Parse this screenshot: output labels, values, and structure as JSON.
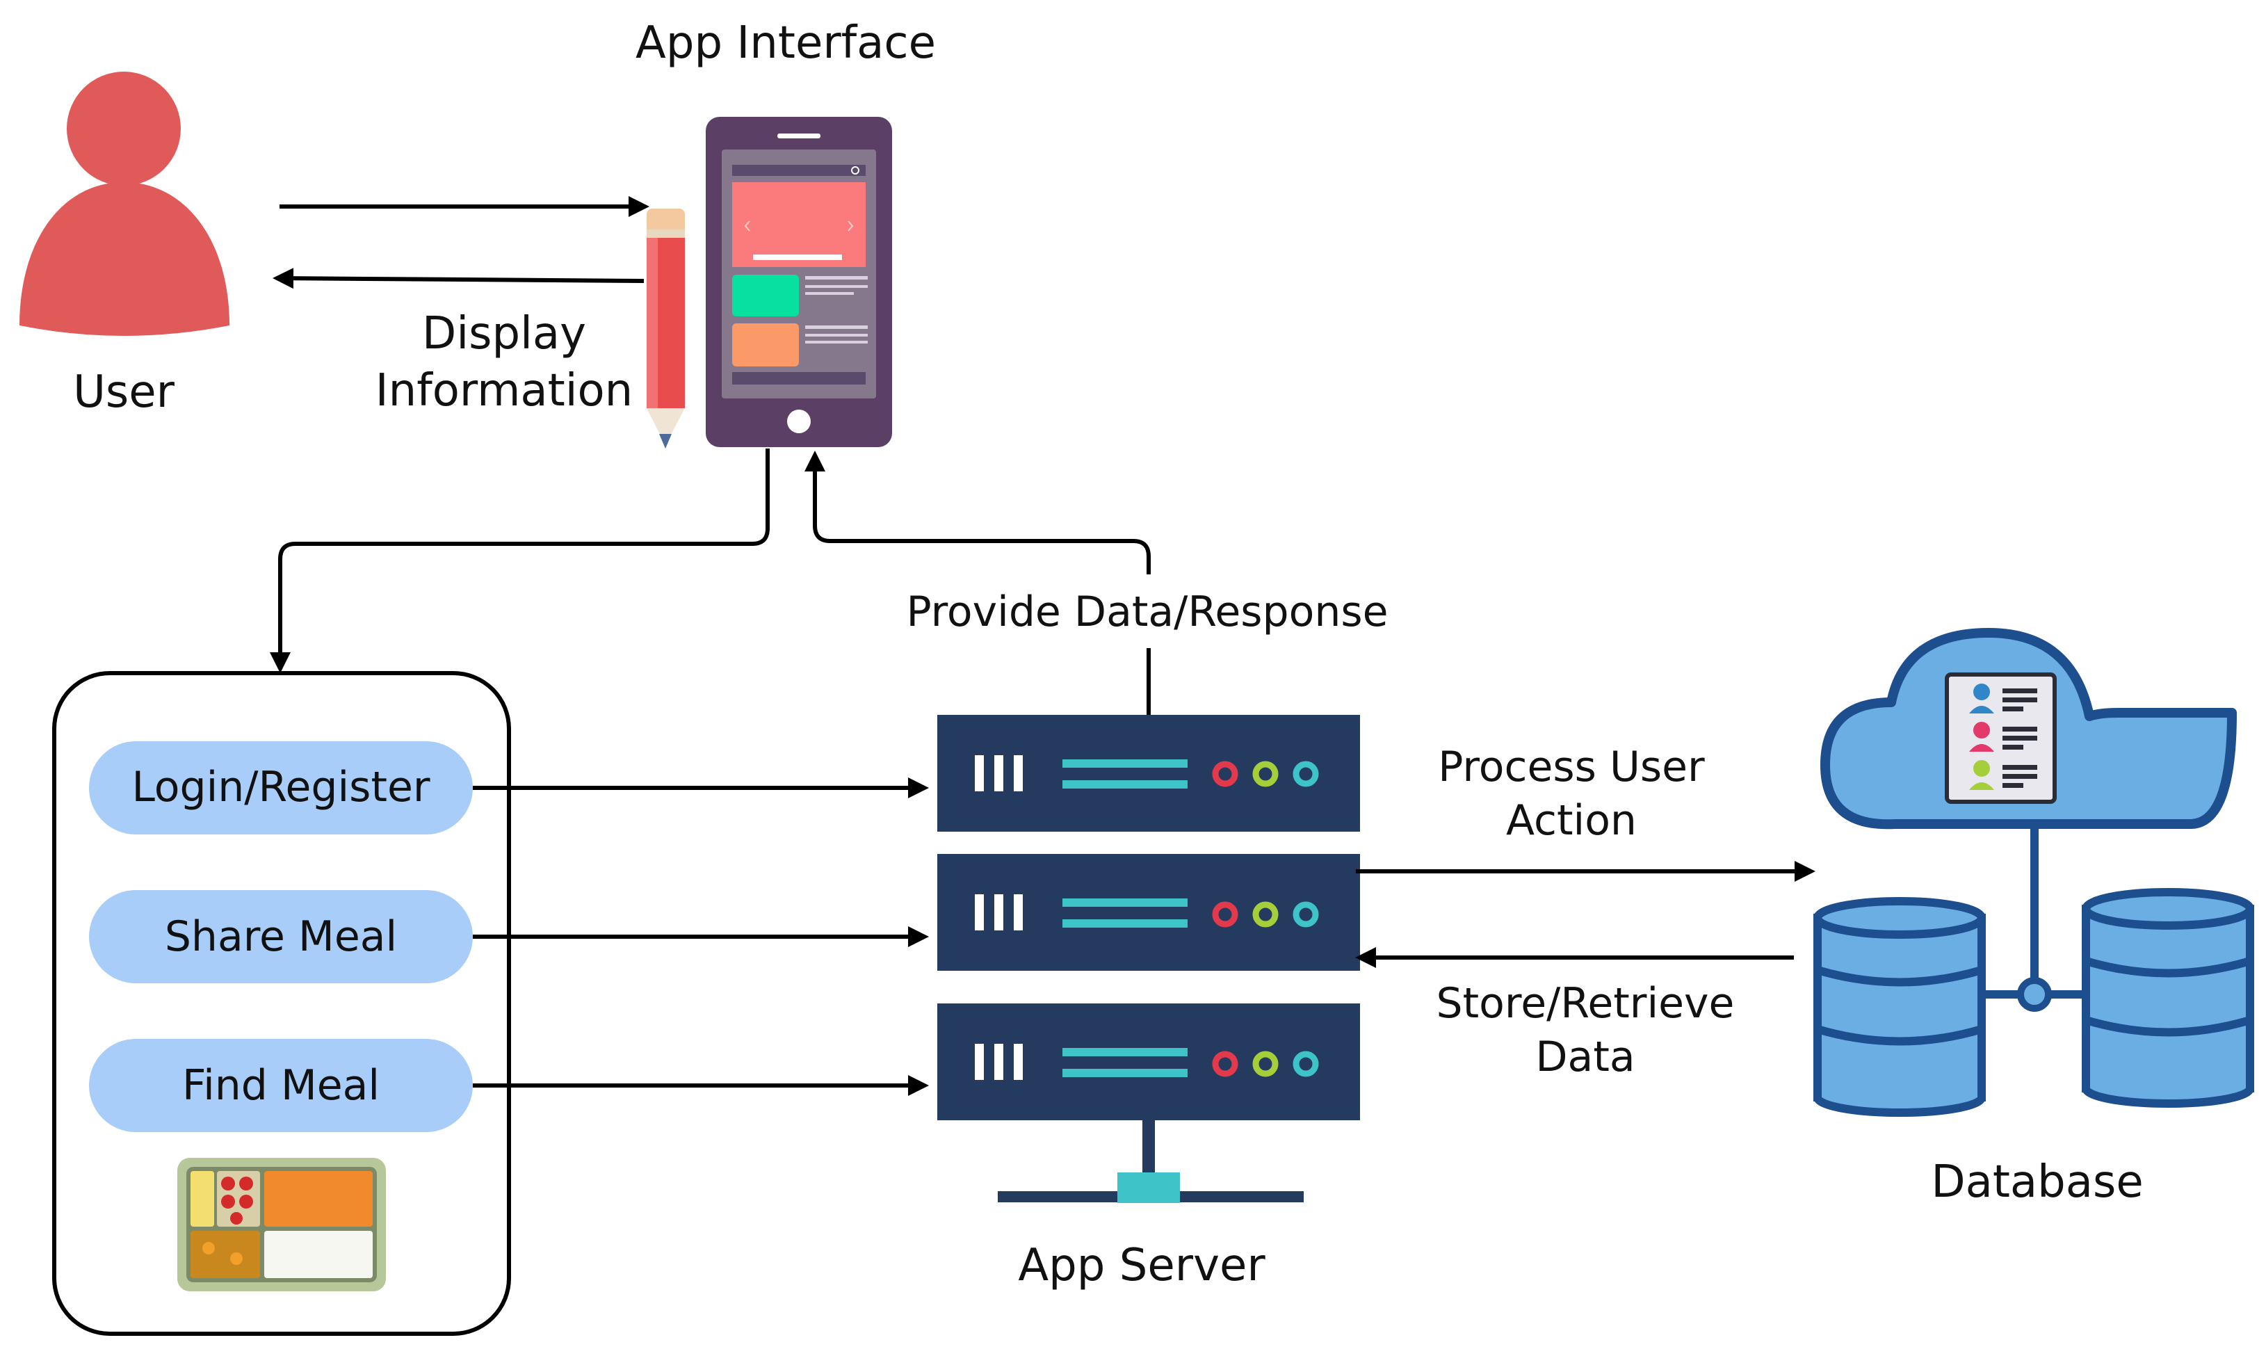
{
  "user": {
    "label": "User"
  },
  "app_interface": {
    "title": "App Interface"
  },
  "display_info": {
    "line1": "Display",
    "line2": "Information"
  },
  "provide_data": {
    "label": "Provide Data/Response"
  },
  "menu": {
    "items": [
      {
        "label": "Login/Register"
      },
      {
        "label": "Share Meal"
      },
      {
        "label": "Find Meal"
      }
    ]
  },
  "process_action": {
    "line1": "Process User",
    "line2": "Action"
  },
  "store_retrieve": {
    "line1": "Store/Retrieve",
    "line2": "Data"
  },
  "app_server": {
    "label": "App Server"
  },
  "database": {
    "label": "Database"
  },
  "colors": {
    "user": "#e05a5a",
    "phone": "#5c3f64",
    "server": "#243a5e",
    "server_stripe": "#3ec3c8",
    "pill": "#a8cdf8",
    "database": "#6aaee4",
    "database_outline": "#1d4e8e",
    "arrow": "#000000"
  }
}
